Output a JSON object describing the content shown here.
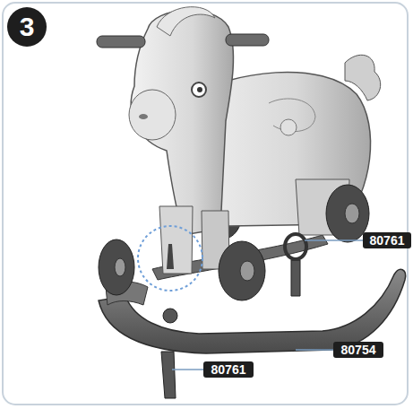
{
  "diagram": {
    "labels": [
      "3",
      "80761",
      "80754",
      "80761"
    ]
  }
}
